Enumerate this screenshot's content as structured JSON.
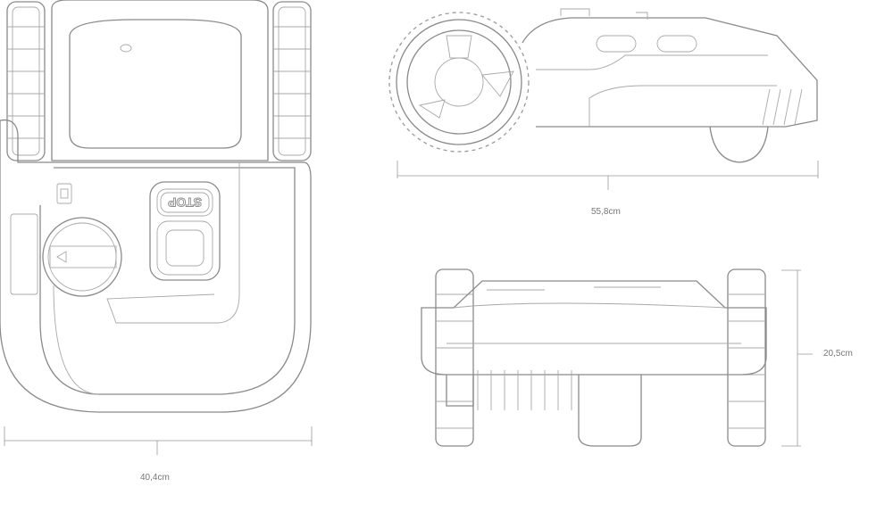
{
  "dimensions": {
    "width": "40,4cm",
    "length": "55,8cm",
    "height": "20,5cm"
  },
  "top_view": {
    "stop_button_label": "STOP"
  },
  "colors": {
    "line": "#8a8a8a",
    "text": "#777777"
  }
}
